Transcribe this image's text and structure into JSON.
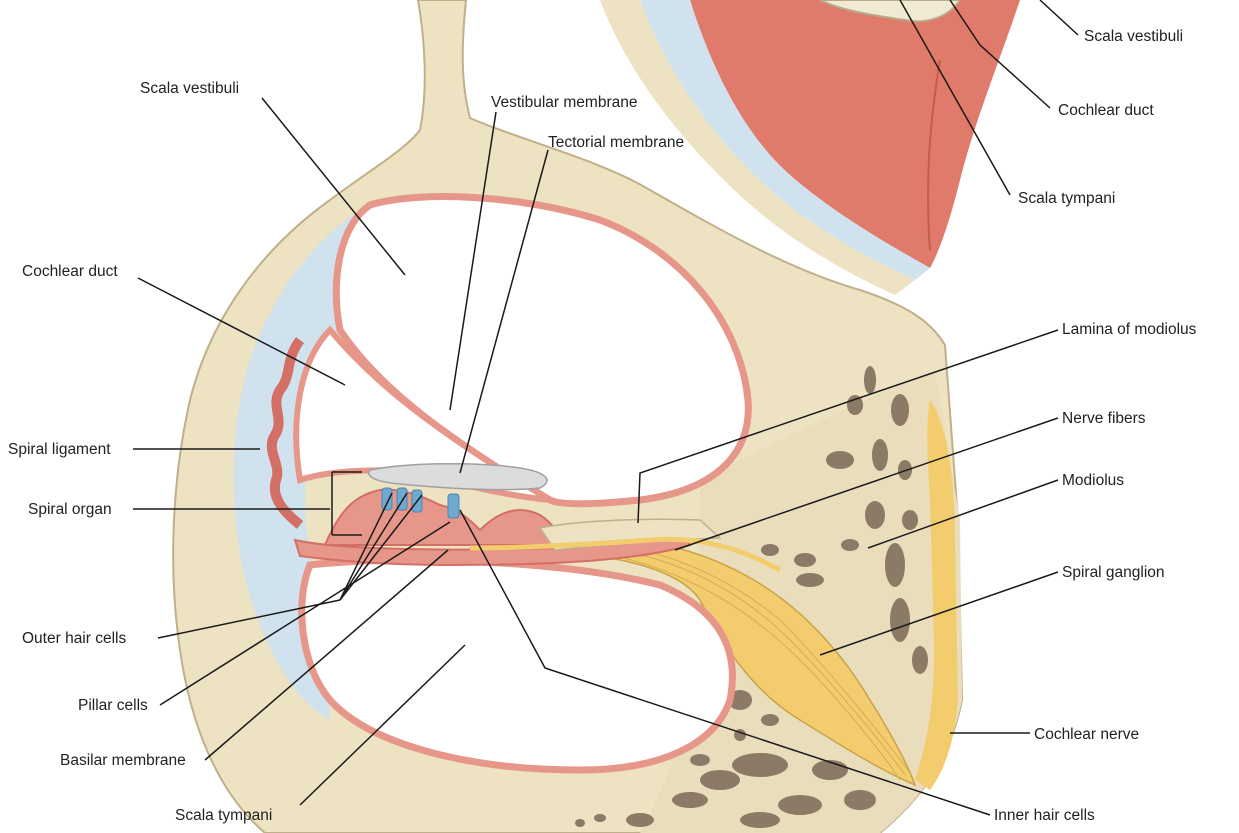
{
  "colors": {
    "bone": "#ede2c2",
    "bone_edge": "#bfb08a",
    "membrane": "#e7968a",
    "membrane_edge": "#d46f66",
    "ligament": "#cfe2ee",
    "nerve": "#f3cd6d",
    "muscle": "#e07a6a",
    "marrow": "#8a7a66",
    "hair_cell": "#6fa9cf",
    "tectorial": "#dcdcdc"
  },
  "labels": {
    "scala_vestibuli_top": "Scala vestibuli",
    "cochlear_duct_top": "Cochlear duct",
    "scala_tympani_top": "Scala tympani",
    "scala_vestibuli": "Scala vestibuli",
    "vestibular_membrane": "Vestibular membrane",
    "tectorial_membrane": "Tectorial membrane",
    "cochlear_duct": "Cochlear duct",
    "lamina_of_modiolus": "Lamina of modiolus",
    "nerve_fibers": "Nerve fibers",
    "spiral_ligament": "Spiral ligament",
    "modiolus": "Modiolus",
    "spiral_organ": "Spiral organ",
    "spiral_ganglion": "Spiral ganglion",
    "outer_hair_cells": "Outer hair cells",
    "pillar_cells": "Pillar cells",
    "cochlear_nerve": "Cochlear nerve",
    "basilar_membrane": "Basilar membrane",
    "scala_tympani": "Scala tympani",
    "inner_hair_cells": "Inner hair cells"
  }
}
